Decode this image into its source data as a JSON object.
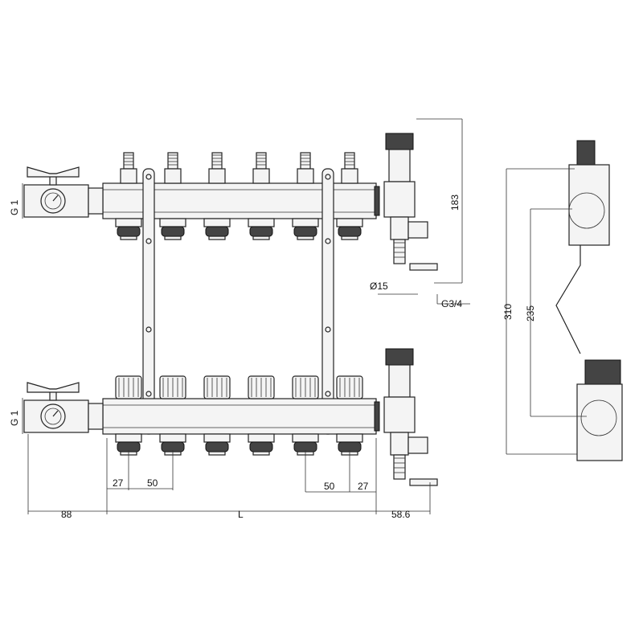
{
  "labels": {
    "inlet_thread_top": "G 1",
    "inlet_thread_bottom": "G 1",
    "height_vent": "183",
    "drain_diameter": "Ø15",
    "drain_thread": "G3/4",
    "total_height": "310",
    "axis_distance": "235",
    "left_offset": "27",
    "left_pitch": "50",
    "right_pitch": "50",
    "right_offset": "27",
    "left_valve_length": "88",
    "manifold_length": "L",
    "right_end_length": "58.6"
  },
  "outlets_per_bar": 6
}
